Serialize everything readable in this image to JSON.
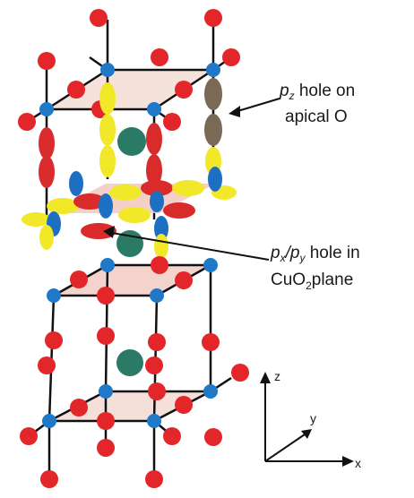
{
  "annotations": {
    "pz_hole": {
      "line1_italic": "p",
      "line1_sub": "z",
      "line1_rest": " hole on",
      "line2": "apical O"
    },
    "pxpy_hole": {
      "p1": "p",
      "sub1": "x",
      "slash": "/",
      "p2": "p",
      "sub2": "y",
      "rest": " hole in",
      "line2_a": "CuO",
      "line2_sub": "2",
      "line2_b": "plane"
    }
  },
  "axes": {
    "z": "z",
    "y": "y",
    "x": "x"
  },
  "colors": {
    "oxygen": "#e3262a",
    "copper": "#1f78c8",
    "large_cation": "#2b7a66",
    "orbital_yellow": "#f2e82a",
    "orbital_red": "#d92b2b",
    "orbital_blue": "#1d6fc2",
    "pz_hole_lobe": "#7a6a55",
    "plane_fill": "#f2d8cf",
    "bond": "#111111"
  }
}
